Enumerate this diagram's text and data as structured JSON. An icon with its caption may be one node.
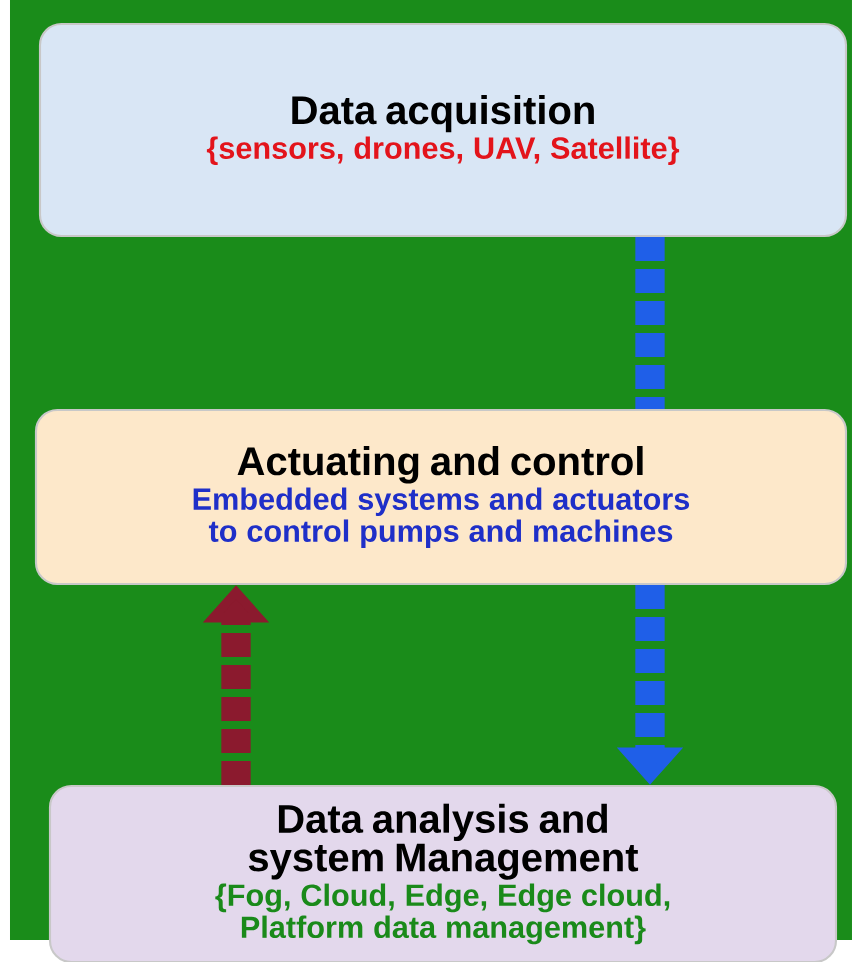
{
  "diagram": {
    "nodes": [
      {
        "text": [
          "Data acquisition",
          "{sensors, drones, UAV, Satellite}"
        ]
      },
      {
        "text": [
          "Actuating and control",
          "Embedded systems and actuators to control pumps and machines"
        ]
      },
      {
        "text": [
          "Data analysis and system Management",
          "{Fog, Cloud, Edge, Edge cloud, Platform data management}"
        ]
      }
    ],
    "edges": [
      {
        "from": 0,
        "to": 1,
        "arrow": "none",
        "style": "dashed"
      },
      {
        "from": 1,
        "to": 2,
        "arrow": "to",
        "style": "dashed"
      },
      {
        "from": 2,
        "to": 1,
        "arrow": "to",
        "style": "dashed",
        "color": "#8b1a2e"
      }
    ]
  }
}
